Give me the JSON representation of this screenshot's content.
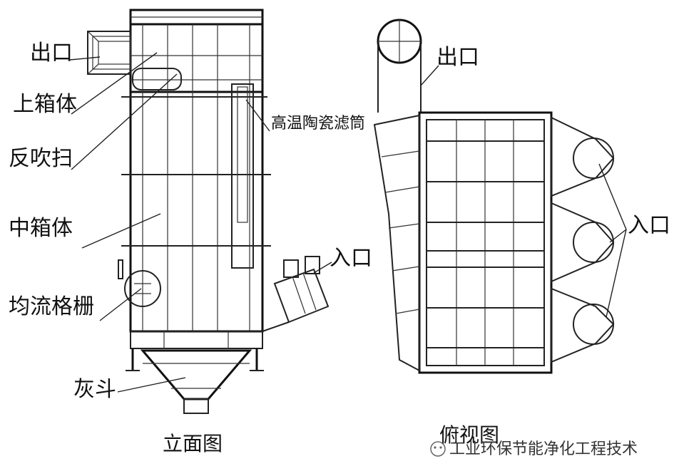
{
  "elevation_view": {
    "caption": "立面图",
    "labels": {
      "outlet": "出口",
      "upper_box": "上箱体",
      "back_blow": "反吹扫",
      "middle_box": "中箱体",
      "flow_grid": "均流格栅",
      "ash_hopper": "灰斗",
      "ceramic_filter": "高温陶瓷滤筒",
      "inlet": "入口"
    }
  },
  "plan_view": {
    "caption": "俯视图",
    "labels": {
      "outlet": "出口",
      "inlet": "入口"
    }
  },
  "watermark": "工业环保节能净化工程技术"
}
